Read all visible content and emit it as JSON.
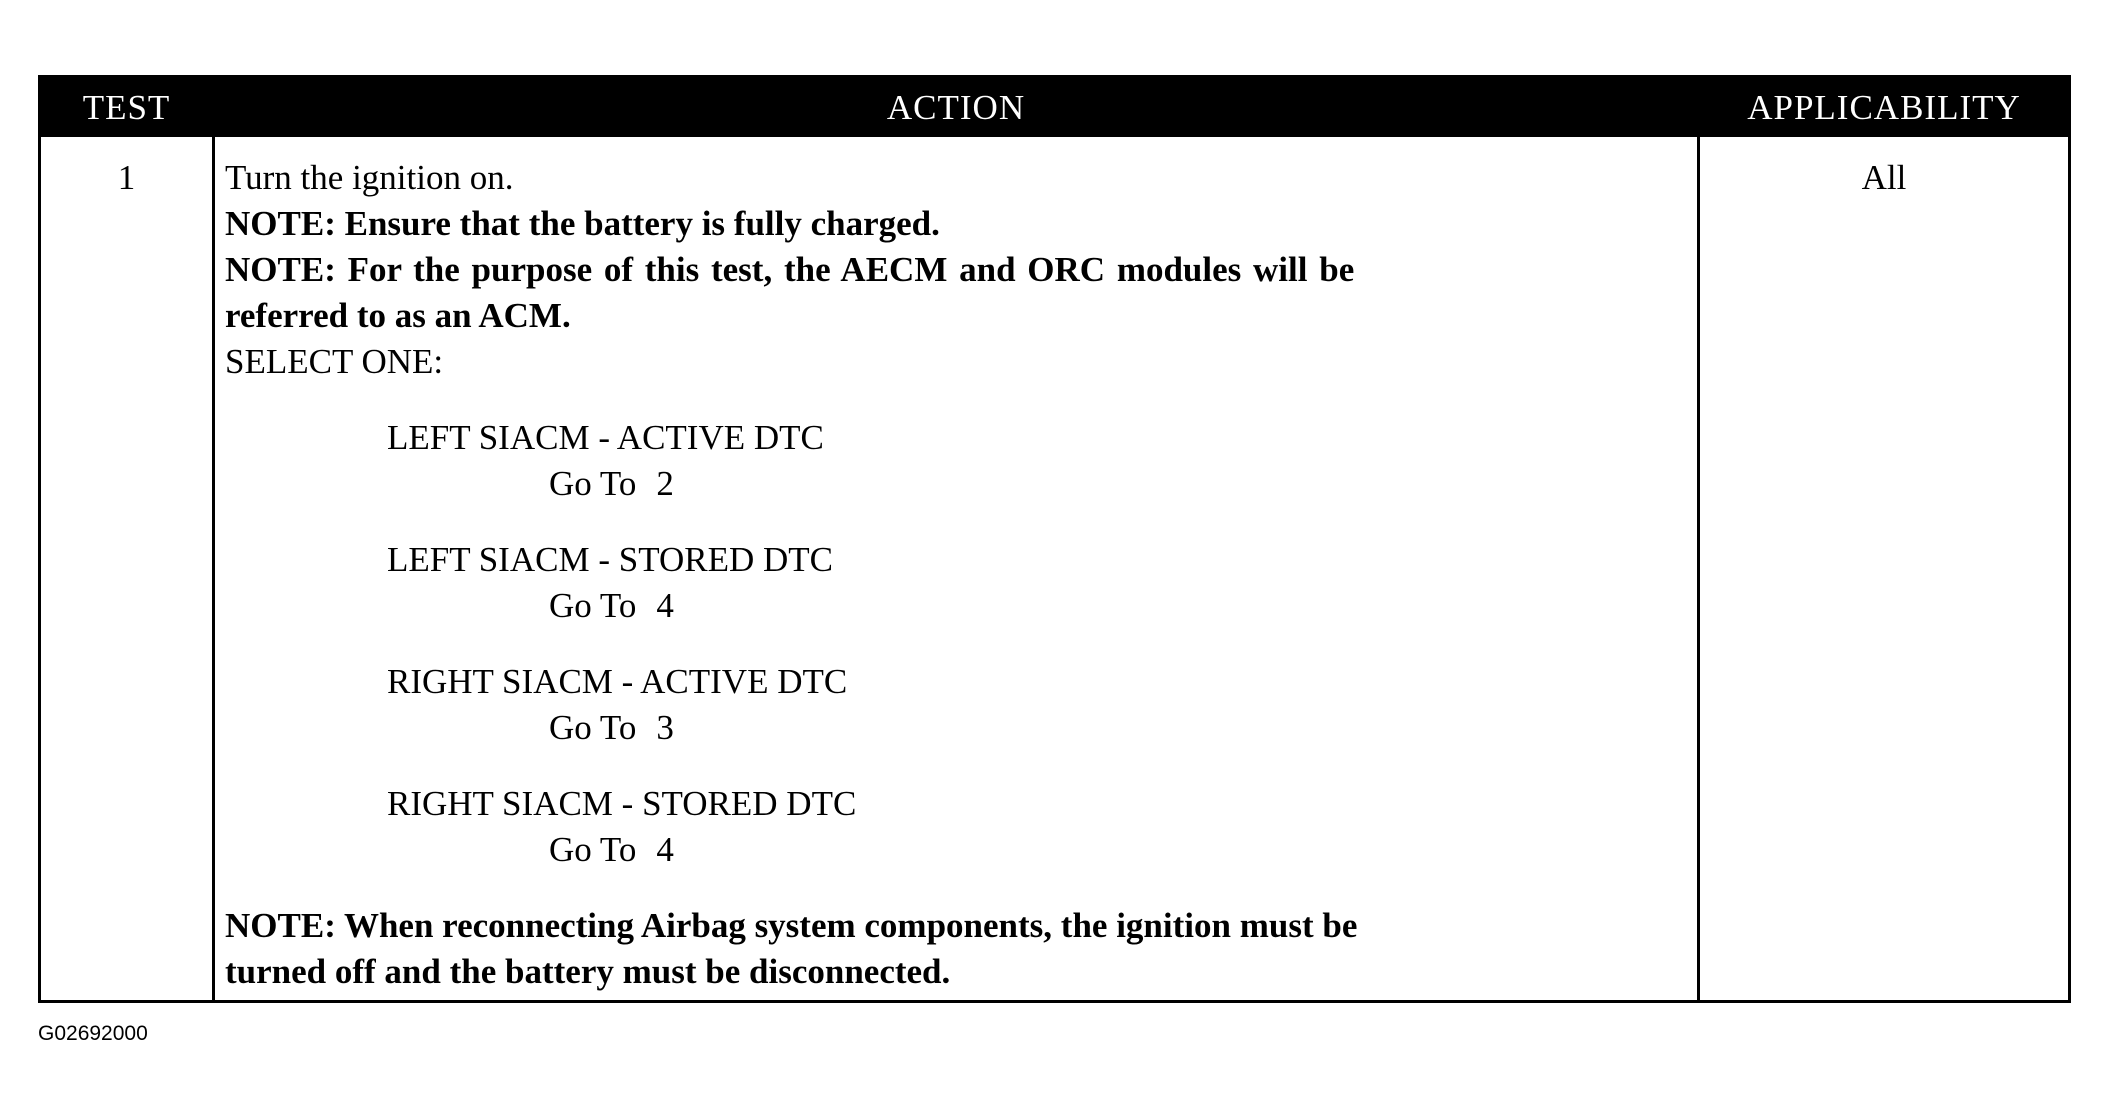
{
  "table": {
    "headers": {
      "test": "TEST",
      "action": "ACTION",
      "applicability": "APPLICABILITY"
    },
    "rows": [
      {
        "test": "1",
        "action": {
          "line1": "Turn the ignition on.",
          "note1": "NOTE: Ensure that the battery is fully charged.",
          "note2_line1": "NOTE: For the purpose of this test, the AECM and ORC modules will be",
          "note2_line2": "referred to as an ACM.",
          "select": "SELECT ONE:",
          "options": [
            {
              "label": "LEFT SIACM - ACTIVE DTC",
              "goto_label": "Go To",
              "goto": "2"
            },
            {
              "label": "LEFT SIACM - STORED DTC",
              "goto_label": "Go To",
              "goto": "4"
            },
            {
              "label": "RIGHT SIACM - ACTIVE DTC",
              "goto_label": "Go To",
              "goto": "3"
            },
            {
              "label": "RIGHT SIACM - STORED DTC",
              "goto_label": "Go To",
              "goto": "4"
            }
          ],
          "final_note_line1": "NOTE: When reconnecting Airbag system components, the ignition must be",
          "final_note_line2": "turned off and the battery must be disconnected."
        },
        "applicability": "All"
      }
    ]
  },
  "figure_code": "G02692000"
}
